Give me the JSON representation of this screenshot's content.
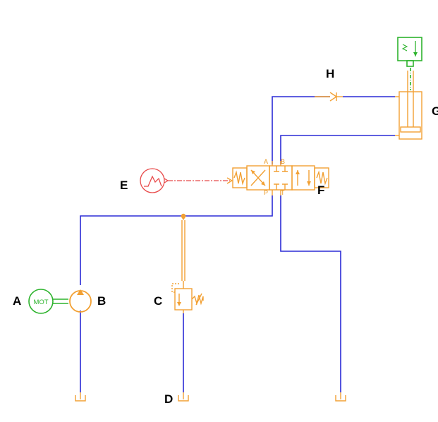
{
  "components": {
    "motor": {
      "label": "A",
      "text": "MOT"
    },
    "pump": {
      "label": "B"
    },
    "relief_valve": {
      "label": "C"
    },
    "tank": {
      "label": "D"
    },
    "signal_source": {
      "label": "E"
    },
    "directional_valve": {
      "label": "F",
      "ports": {
        "a": "A",
        "b": "B",
        "p": "P",
        "t": "T"
      }
    },
    "cylinder": {
      "label": "G"
    },
    "check_valve": {
      "label": "H"
    }
  },
  "colors": {
    "hydraulic_line": "#2b2bd6",
    "hydraulic_component": "#f2a033",
    "mechanical": "#2db32d",
    "signal": "#e84a4a",
    "label": "#000000"
  }
}
